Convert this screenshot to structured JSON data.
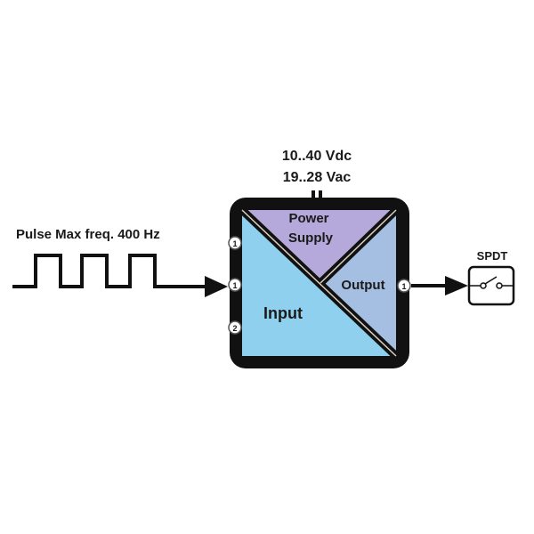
{
  "signal_label": "Pulse Max freq. 400 Hz",
  "supply": {
    "line1": "10..40 Vdc",
    "line2": "19..28 Vac"
  },
  "sections": {
    "power": "Power\nSupply",
    "power_line1": "Power",
    "power_line2": "Supply",
    "input": "Input",
    "output": "Output"
  },
  "terminals": {
    "in_top": "1",
    "in_mid": "1",
    "in_bottom": "2",
    "out": "1"
  },
  "relay_label": "SPDT",
  "colors": {
    "input": "#8fd0ef",
    "power": "#b4a9da",
    "output": "#a5bfe3",
    "outline": "#111111"
  }
}
